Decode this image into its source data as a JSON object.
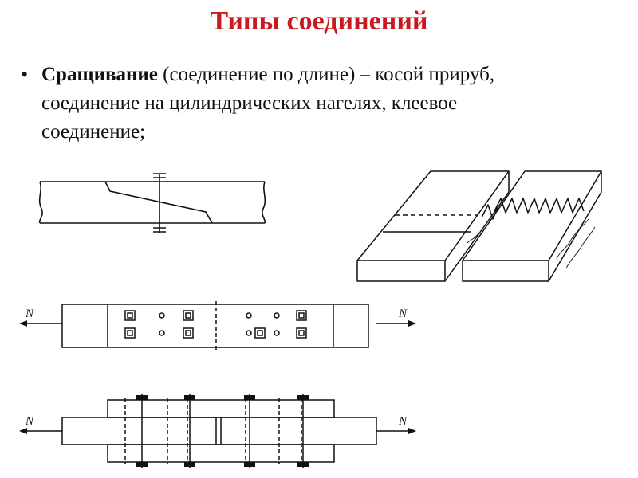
{
  "slide": {
    "title": "Типы соединений",
    "bullet": {
      "bold_term": "Сращивание",
      "text": " (соединение по длине) – косой прируб, соединение на цилиндрических нагелях, клеевое соединение;"
    }
  },
  "figures": {
    "force_label": "N"
  }
}
